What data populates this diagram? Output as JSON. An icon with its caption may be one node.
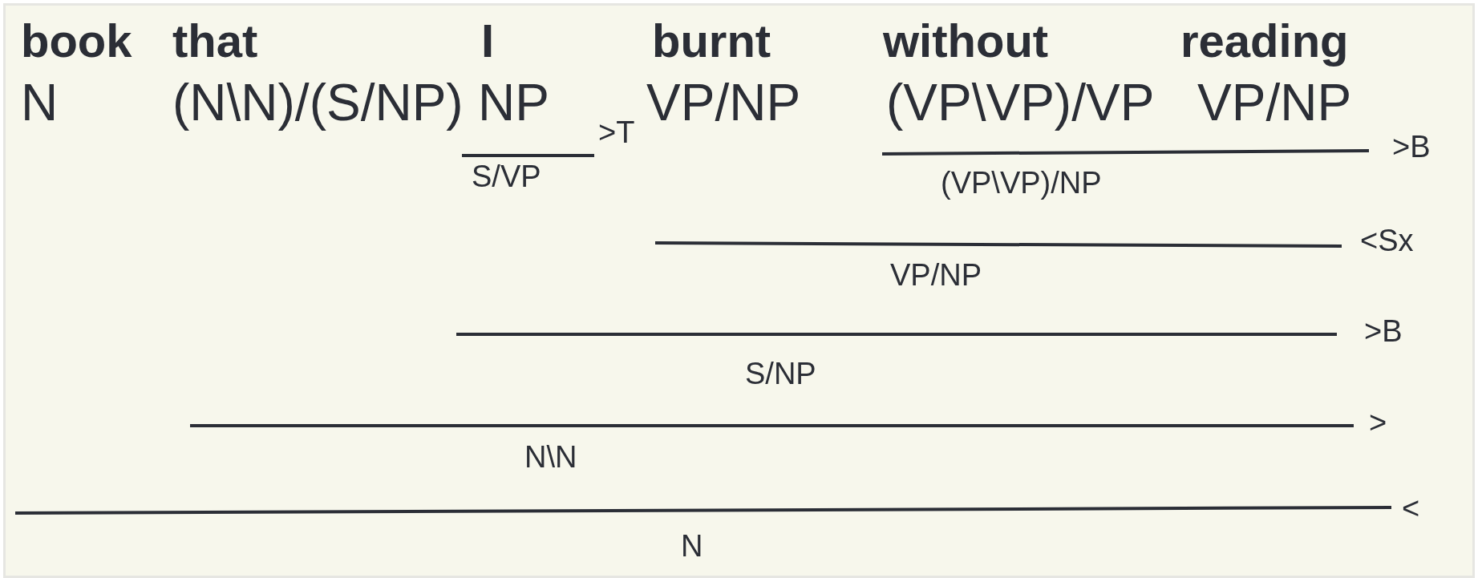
{
  "diagram": {
    "labels": [
      "book",
      "that",
      "I",
      "burnt",
      "without",
      "reading",
      "N",
      "(N\\N)/(S/NP)",
      "NP",
      "VP/NP",
      "(VP\\VP)/VP",
      "VP/NP",
      ">T",
      "S/VP",
      ">B",
      "(VP\\VP)/NP",
      "<Sx",
      "VP/NP",
      ">B",
      "S/NP",
      ">",
      "N\\N",
      "<",
      "N"
    ]
  }
}
